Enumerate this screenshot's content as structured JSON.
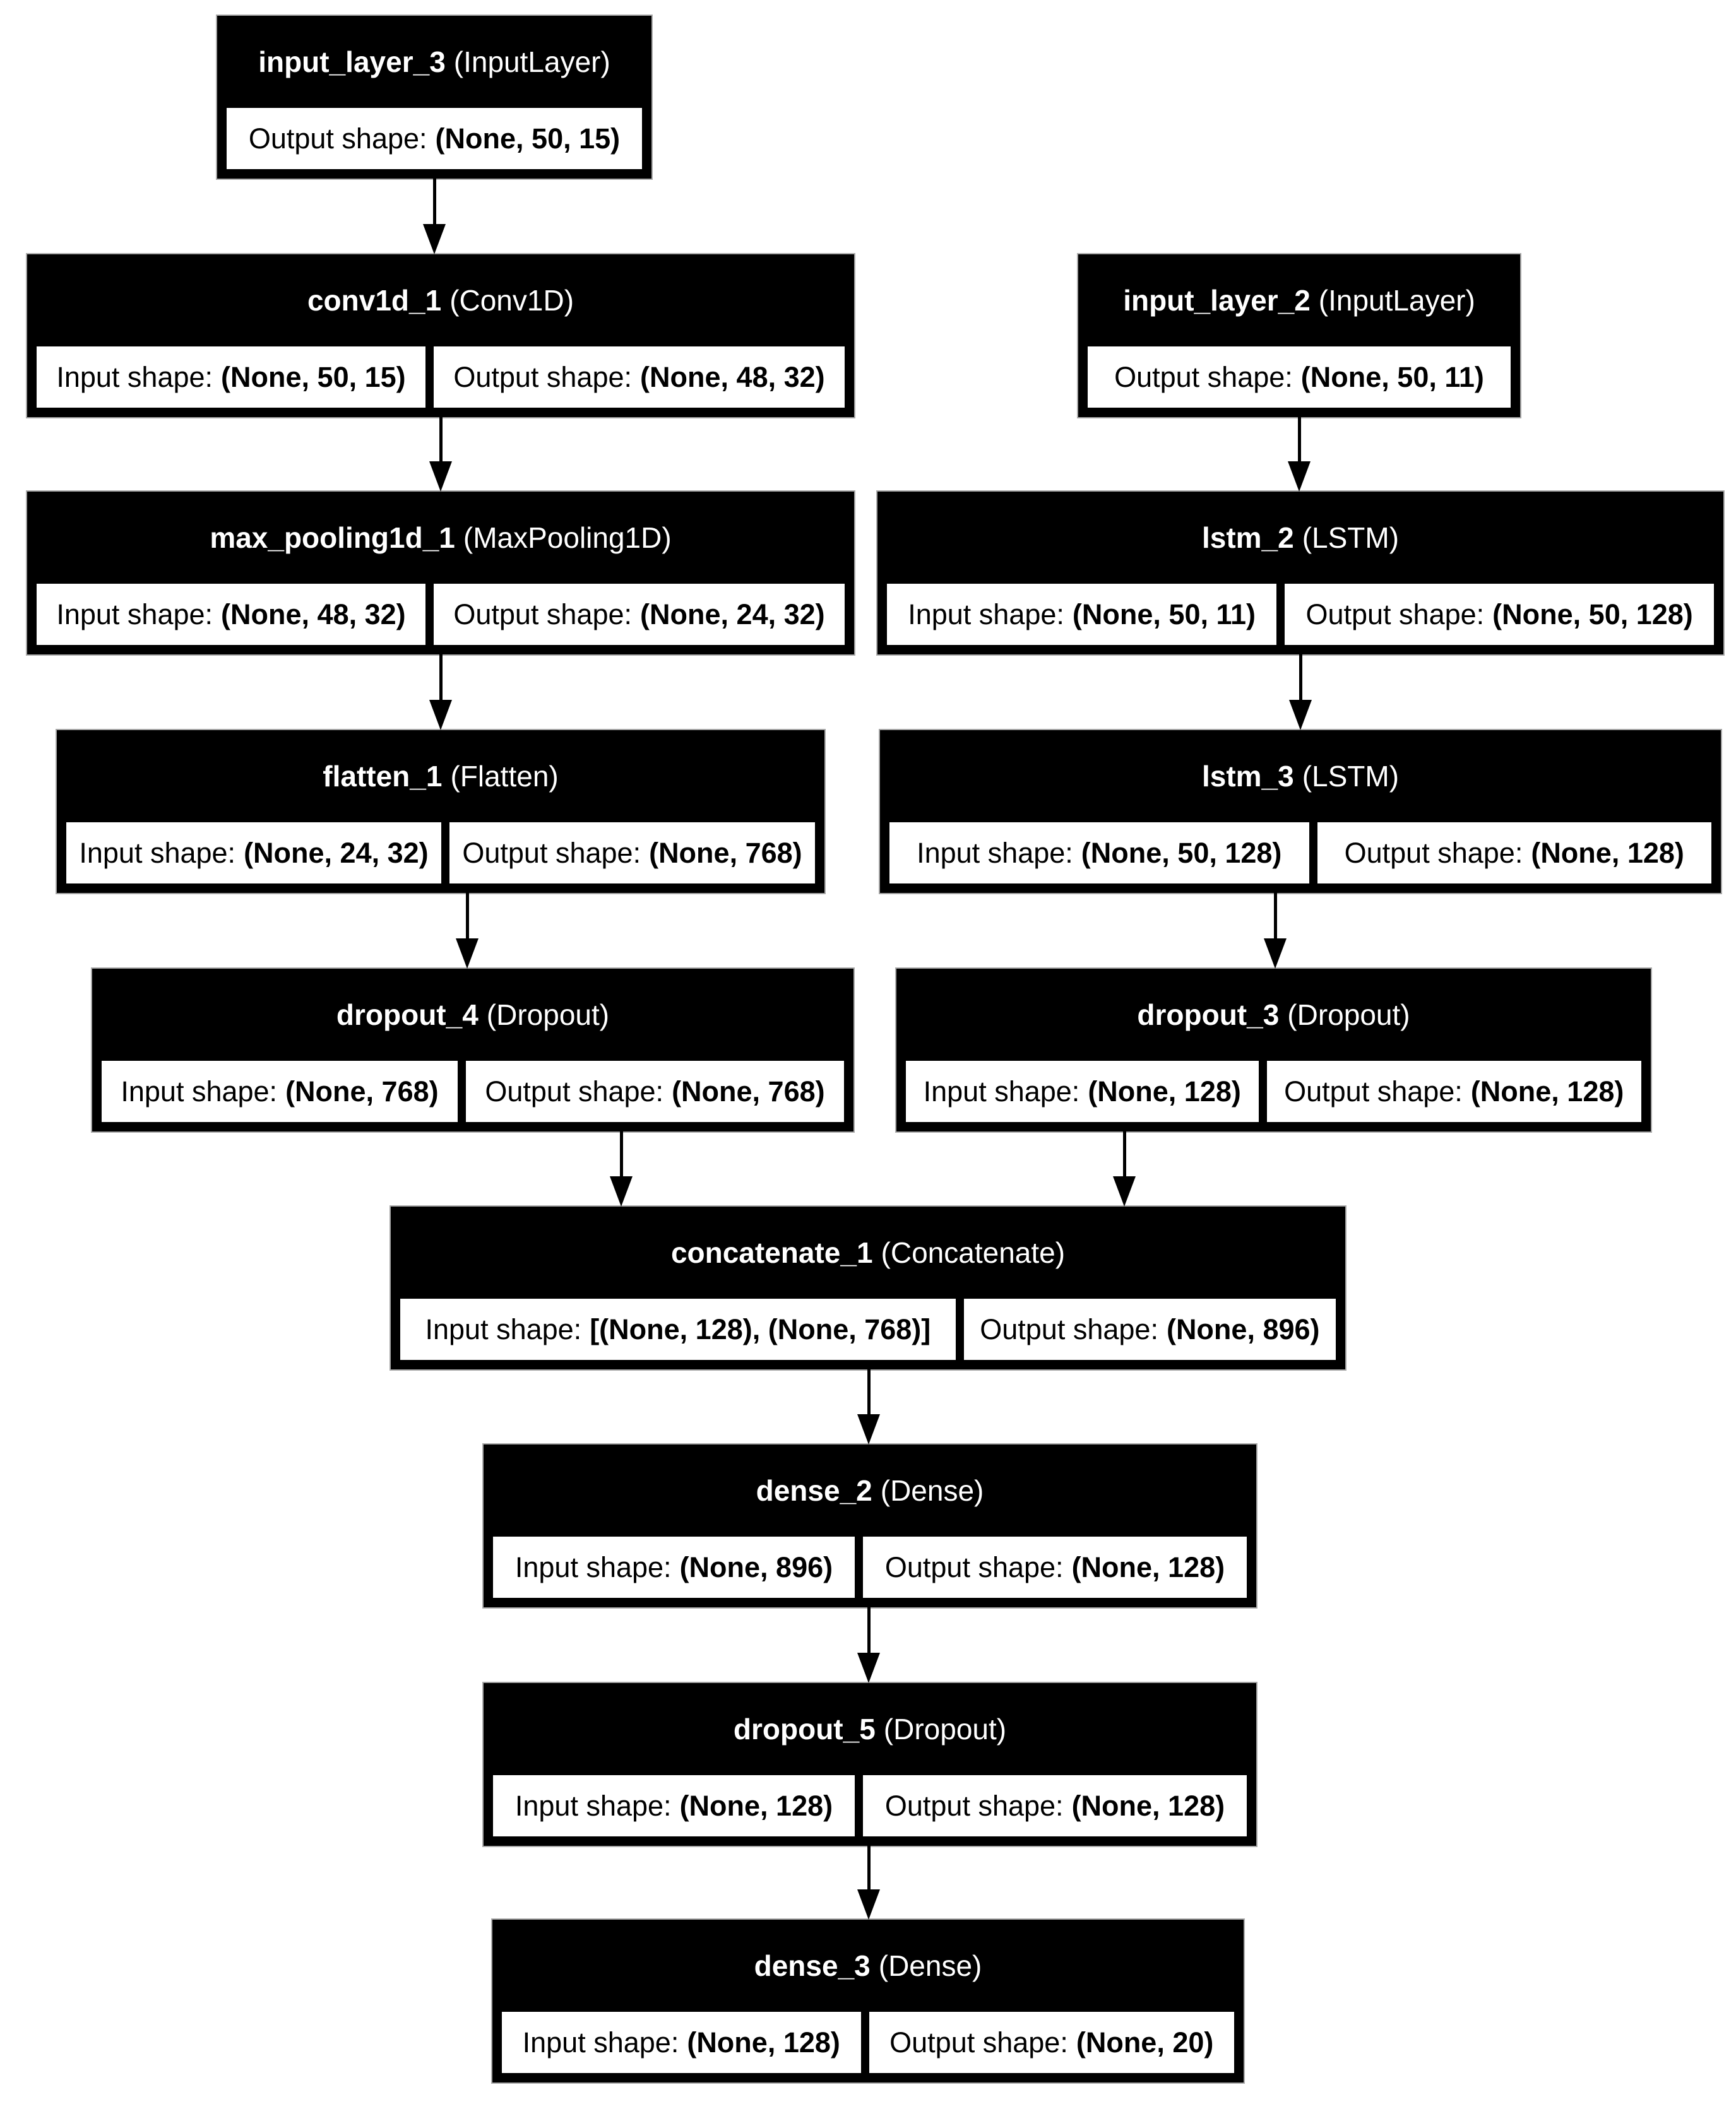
{
  "diagram_type": "keras-model-plot",
  "colors": {
    "canvas_bg": "#ffffff",
    "node_bg": "#000000",
    "node_title_text": "#ffffff",
    "cell_bg": "#ffffff",
    "cell_text": "#000000",
    "edge": "#000000"
  },
  "labels": {
    "input": "Input shape:",
    "output": "Output shape:"
  },
  "nodes": [
    {
      "id": "input_layer_3",
      "name": "input_layer_3",
      "type": "(InputLayer)",
      "output_shape": "(None, 50, 15)"
    },
    {
      "id": "conv1d_1",
      "name": "conv1d_1",
      "type": "(Conv1D)",
      "input_shape": "(None, 50, 15)",
      "output_shape": "(None, 48, 32)"
    },
    {
      "id": "max_pooling1d_1",
      "name": "max_pooling1d_1",
      "type": "(MaxPooling1D)",
      "input_shape": "(None, 48, 32)",
      "output_shape": "(None, 24, 32)"
    },
    {
      "id": "flatten_1",
      "name": "flatten_1",
      "type": "(Flatten)",
      "input_shape": "(None, 24, 32)",
      "output_shape": "(None, 768)"
    },
    {
      "id": "dropout_4",
      "name": "dropout_4",
      "type": "(Dropout)",
      "input_shape": "(None, 768)",
      "output_shape": "(None, 768)"
    },
    {
      "id": "input_layer_2",
      "name": "input_layer_2",
      "type": "(InputLayer)",
      "output_shape": "(None, 50, 11)"
    },
    {
      "id": "lstm_2",
      "name": "lstm_2",
      "type": "(LSTM)",
      "input_shape": "(None, 50, 11)",
      "output_shape": "(None, 50, 128)"
    },
    {
      "id": "lstm_3",
      "name": "lstm_3",
      "type": "(LSTM)",
      "input_shape": "(None, 50, 128)",
      "output_shape": "(None, 128)"
    },
    {
      "id": "dropout_3",
      "name": "dropout_3",
      "type": "(Dropout)",
      "input_shape": "(None, 128)",
      "output_shape": "(None, 128)"
    },
    {
      "id": "concatenate_1",
      "name": "concatenate_1",
      "type": "(Concatenate)",
      "input_shape": "[(None, 128), (None, 768)]",
      "output_shape": "(None, 896)"
    },
    {
      "id": "dense_2",
      "name": "dense_2",
      "type": "(Dense)",
      "input_shape": "(None, 896)",
      "output_shape": "(None, 128)"
    },
    {
      "id": "dropout_5",
      "name": "dropout_5",
      "type": "(Dropout)",
      "input_shape": "(None, 128)",
      "output_shape": "(None, 128)"
    },
    {
      "id": "dense_3",
      "name": "dense_3",
      "type": "(Dense)",
      "input_shape": "(None, 128)",
      "output_shape": "(None, 20)"
    }
  ],
  "edges": [
    {
      "from": "input_layer_3",
      "to": "conv1d_1"
    },
    {
      "from": "conv1d_1",
      "to": "max_pooling1d_1"
    },
    {
      "from": "max_pooling1d_1",
      "to": "flatten_1"
    },
    {
      "from": "flatten_1",
      "to": "dropout_4"
    },
    {
      "from": "input_layer_2",
      "to": "lstm_2"
    },
    {
      "from": "lstm_2",
      "to": "lstm_3"
    },
    {
      "from": "lstm_3",
      "to": "dropout_3"
    },
    {
      "from": "dropout_4",
      "to": "concatenate_1"
    },
    {
      "from": "dropout_3",
      "to": "concatenate_1"
    },
    {
      "from": "concatenate_1",
      "to": "dense_2"
    },
    {
      "from": "dense_2",
      "to": "dropout_5"
    },
    {
      "from": "dropout_5",
      "to": "dense_3"
    }
  ]
}
